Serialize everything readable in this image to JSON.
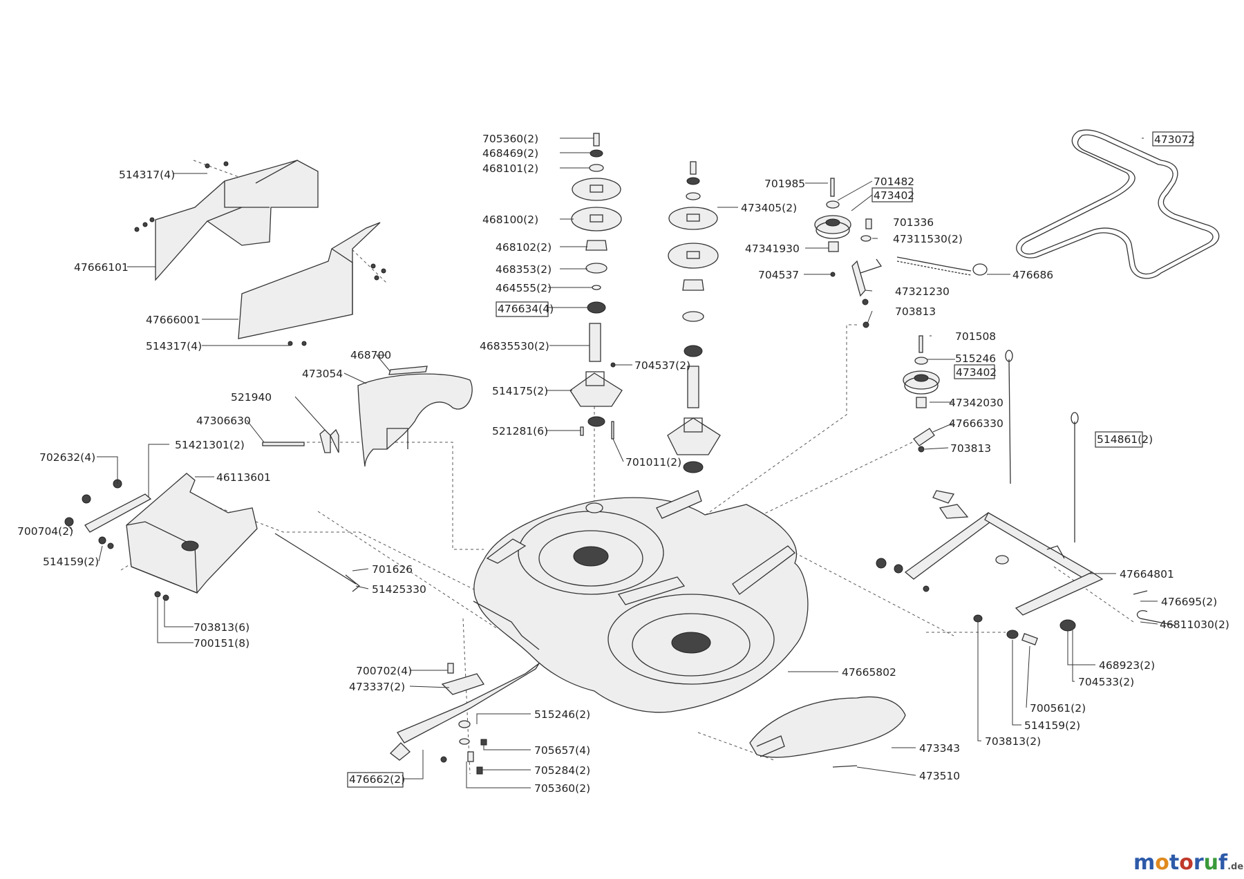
{
  "labels": {
    "l514317a": "514317(4)",
    "l47666101": "47666101",
    "l47666001": "47666001",
    "l514317b": "514317(4)",
    "l705360a": "705360(2)",
    "l468469": "468469(2)",
    "l468101": "468101(2)",
    "l468100": "468100(2)",
    "l468102": "468102(2)",
    "l468353": "468353(2)",
    "l464555": "464555(2)",
    "l476634": "476634(4)",
    "l46835530": "46835530(2)",
    "l514175": "514175(2)",
    "l521281": "521281(6)",
    "l704537a": "704537(2)",
    "l701011": "701011(2)",
    "l473405": "473405(2)",
    "l701985": "701985",
    "l701482": "701482",
    "l473402a": "473402",
    "l701336": "701336",
    "l47311530": "47311530(2)",
    "l47341930": "47341930",
    "l704537b": "704537",
    "l47321230": "47321230",
    "l476686": "476686",
    "l703813a": "703813",
    "l473072": "473072",
    "l701508": "701508",
    "l515246a": "515246",
    "l473402b": "473402",
    "l47342030": "47342030",
    "l47666330": "47666330",
    "l703813b": "703813",
    "l514861": "514861(2)",
    "l468700": "468700",
    "l473054": "473054",
    "l521940": "521940",
    "l47306630": "47306630",
    "l702632": "702632(4)",
    "l51421301": "51421301(2)",
    "l46113601": "46113601",
    "l700704": "700704(2)",
    "l514159a": "514159(2)",
    "l701626": "701626",
    "l51425330": "51425330",
    "l703813c": "703813(6)",
    "l700151": "700151(8)",
    "l47664801": "47664801",
    "l476695": "476695(2)",
    "l46811030": "46811030(2)",
    "l468923": "468923(2)",
    "l704533": "704533(2)",
    "l700561": "700561(2)",
    "l514159b": "514159(2)",
    "l703813d": "703813(2)",
    "l47665802": "47665802",
    "l700702": "700702(4)",
    "l473337": "473337(2)",
    "l515246b": "515246(2)",
    "l705657": "705657(4)",
    "l705284": "705284(2)",
    "l705360b": "705360(2)",
    "l476662": "476662(2)",
    "l473343": "473343",
    "l473510": "473510"
  },
  "logo": {
    "text": "motoruf",
    "suffix": ".de",
    "colors": [
      "#2d5aa8",
      "#e08a1e",
      "#2d5aa8",
      "#c0392b",
      "#2d5aa8",
      "#3a9a3a",
      "#2d5aa8"
    ]
  }
}
